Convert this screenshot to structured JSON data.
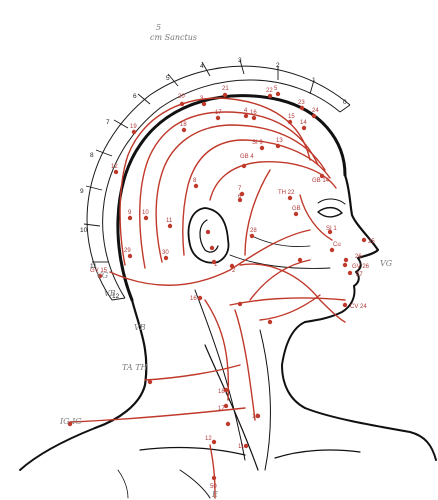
{
  "diagram": {
    "colors": {
      "ink": "#1a1a1a",
      "channel": "#c0392b",
      "pencil": "#7a7a7a"
    },
    "scale_numbers": [
      "0",
      "1",
      "2",
      "3",
      "4",
      "5",
      "6",
      "7",
      "8",
      "9",
      "10",
      "11",
      "12"
    ],
    "pencil_notes": [
      "5",
      "cm Sanctus",
      "VB",
      "VG",
      "VG",
      "VB",
      "TA TH",
      "IG IG",
      "E"
    ],
    "point_labels": [
      "21",
      "20",
      "22",
      "23",
      "24",
      "19",
      "18",
      "17",
      "16",
      "15",
      "14",
      "13",
      "12",
      "11",
      "10",
      "9",
      "8",
      "7",
      "6",
      "5",
      "4",
      "3",
      "2",
      "1",
      "SI 9",
      "GB 4",
      "GB 14",
      "TH 22",
      "GB",
      "SI 1",
      "GV 15",
      "GV 26",
      "CV 24",
      "25",
      "27",
      "Cu",
      "16",
      "18",
      "17",
      "30",
      "29",
      "28",
      "26",
      "12",
      "11",
      "10",
      "50"
    ]
  }
}
